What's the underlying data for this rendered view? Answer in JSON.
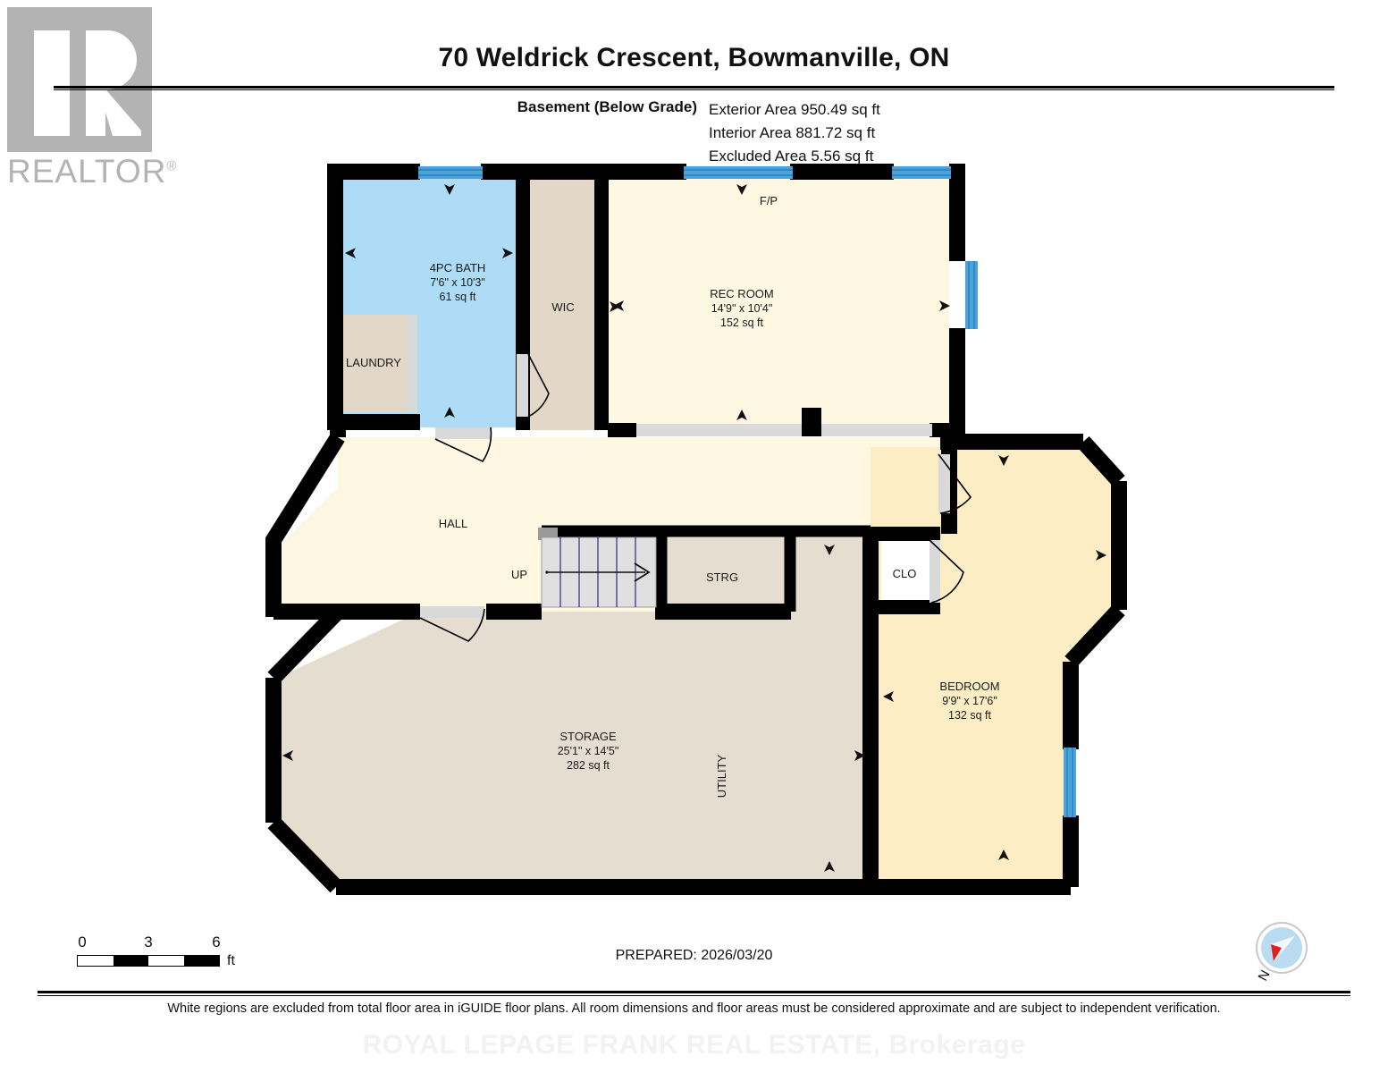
{
  "logo": {
    "name": "realtor-logo",
    "word": "REALTOR",
    "registered": "®"
  },
  "header": {
    "title": "70 Weldrick Crescent, Bowmanville, ON",
    "floor_label": "Basement (Below Grade)",
    "areas": [
      "Exterior Area 950.49 sq ft",
      "Interior Area 881.72 sq ft",
      "Excluded Area 5.56 sq ft"
    ]
  },
  "plan": {
    "rooms": [
      {
        "id": "bath",
        "name": "4PC BATH",
        "dims": "7'6\" x 10'3\"",
        "area": "61 sq ft",
        "fill": "#AEDCF7"
      },
      {
        "id": "laundry",
        "name": "LAUNDRY",
        "dims": "",
        "area": "",
        "fill": "#E3D8C8"
      },
      {
        "id": "wic",
        "name": "WIC",
        "dims": "",
        "area": "",
        "fill": "#E3D8C8"
      },
      {
        "id": "recroom",
        "name": "REC ROOM",
        "dims": "14'9\" x 10'4\"",
        "area": "152 sq ft",
        "fill": "#FEF8E2"
      },
      {
        "id": "hall",
        "name": "HALL",
        "dims": "",
        "area": "",
        "fill": "#FEF8E2"
      },
      {
        "id": "strg",
        "name": "STRG",
        "dims": "",
        "area": "",
        "fill": "#E5DDD0"
      },
      {
        "id": "storage",
        "name": "STORAGE",
        "dims": "25'1\" x 14'5\"",
        "area": "282 sq ft",
        "fill": "#E5DDD0"
      },
      {
        "id": "utility",
        "name": "UTILITY",
        "dims": "",
        "area": "",
        "fill": "#E5DDD0"
      },
      {
        "id": "bedroom",
        "name": "BEDROOM",
        "dims": "9'9\" x 17'6\"",
        "area": "132 sq ft",
        "fill": "#FCEDC4"
      },
      {
        "id": "clo",
        "name": "CLO",
        "dims": "",
        "area": "",
        "fill": "#FFFFFF"
      }
    ],
    "annotations": {
      "fireplace": "F/P",
      "stairs_direction": "UP"
    },
    "colors": {
      "wall": "#000000",
      "window": "#4BA3DC",
      "doorway": "#D9D9D9",
      "cream": "#FEF8E2",
      "bedroom_cream": "#FCEDC4",
      "tan": "#E5DDD0",
      "wic_tan": "#E3D8C8",
      "bath_blue": "#AEDCF7",
      "excluded_white": "#FFFFFF"
    }
  },
  "footer": {
    "scale": {
      "ticks": [
        "0",
        "3",
        "6"
      ],
      "unit": "ft"
    },
    "prepared": "PREPARED: 2026/03/20",
    "disclaimer": "White regions are excluded from total floor area in iGUIDE floor plans. All room dimensions and floor areas must be considered approximate and are subject to independent verification.",
    "watermark": "ROYAL LEPAGE FRANK REAL ESTATE, Brokerage",
    "compass_label": "N"
  }
}
